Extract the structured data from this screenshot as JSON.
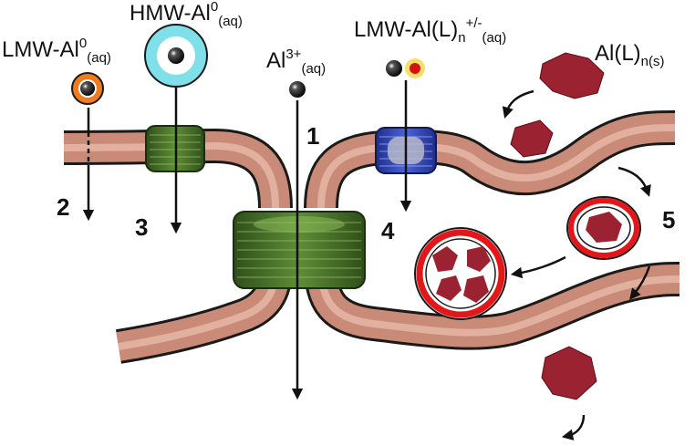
{
  "labels": {
    "lmw_al0": {
      "main": "LMW-Al",
      "sup": "0",
      "sub": "(aq)"
    },
    "hmw_al0": {
      "main": "HMW-Al",
      "sup": "0",
      "sub": "(aq)"
    },
    "al3": {
      "main": "Al",
      "sup": "3+",
      "sub": "(aq)"
    },
    "lmw_all": {
      "main": "LMW-Al(L)",
      "sub_n": "n",
      "sup": "+/-",
      "sub": "(aq)"
    },
    "all_s": {
      "main": "Al(L)",
      "sub": "n(s)"
    }
  },
  "pathways": [
    "1",
    "2",
    "3",
    "4",
    "5"
  ],
  "colors": {
    "tube": "#c98b78",
    "tube_edge": "#1a1a1a",
    "green_channel": "#4e7a2e",
    "blue_channel": "#3346b8",
    "orange_particle": "#f07c1e",
    "cyan_particle": "#7fe0ea",
    "red_particle": "#d41414",
    "particle_halo": "#f5e06a",
    "aggregate": "#9b2230",
    "vesicle_ring": "#e3161a"
  }
}
